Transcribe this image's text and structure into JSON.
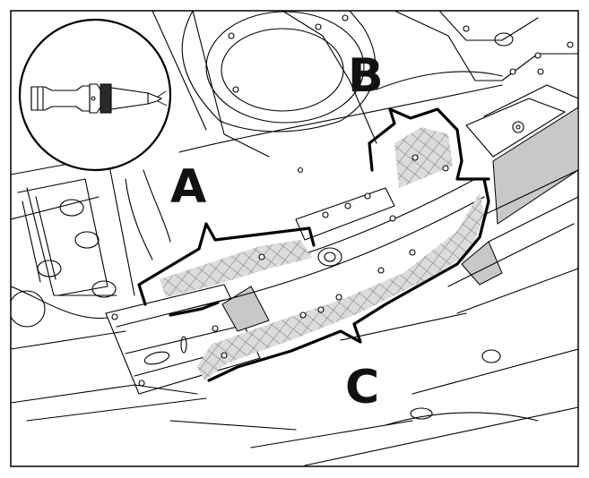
{
  "figure": {
    "callouts": [
      {
        "id": "A",
        "label": "A"
      },
      {
        "id": "B",
        "label": "B"
      },
      {
        "id": "C",
        "label": "C"
      }
    ],
    "colors": {
      "outline": "#000000",
      "hatch": "#9a9a9a",
      "background": "#ffffff",
      "shade": "#c8c8c8"
    },
    "inset_icon": "sealant-nozzle-icon"
  }
}
